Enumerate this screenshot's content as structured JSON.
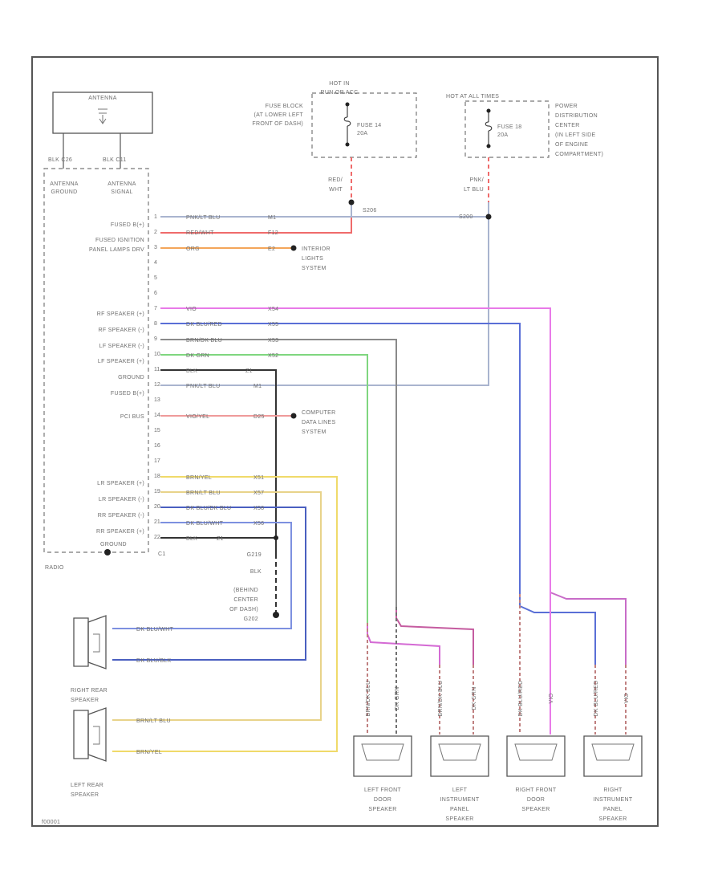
{
  "antenna": {
    "title": "ANTENNA",
    "left_wire": "BLK  C26",
    "right_wire": "BLK  C11",
    "ground_label": [
      "ANTENNA",
      "GROUND"
    ],
    "signal_label": [
      "ANTENNA",
      "SIGNAL"
    ]
  },
  "fuse_block": {
    "hot_label": [
      "HOT IN",
      "RUN OR ACC"
    ],
    "location": [
      "FUSE BLOCK",
      "(AT LOWER LEFT",
      "FRONT OF DASH)"
    ],
    "fuse": [
      "FUSE 14",
      "20A"
    ],
    "wire": [
      "RED/",
      "WHT"
    ]
  },
  "pdc": {
    "hot_label": "HOT AT ALL TIMES",
    "location": [
      "POWER",
      "DISTRIBUTION",
      "CENTER",
      "(IN LEFT SIDE",
      "OF ENGINE",
      "COMPARTMENT)"
    ],
    "fuse": [
      "FUSE 18",
      "20A"
    ],
    "wire": [
      "PNK/",
      "LT BLU"
    ]
  },
  "splices": {
    "s1": "S206",
    "s2": "S200",
    "ground_splice": "G219"
  },
  "radio": {
    "label": "RADIO",
    "connector": "C1",
    "ground_label": "GROUND",
    "pin_labels": [
      "FUSED B(+)",
      "FUSED IGNITION",
      "PANEL LAMPS DRV",
      "RF SPEAKER (+)",
      "RF SPEAKER (-)",
      "LF SPEAKER (-)",
      "LF SPEAKER (+)",
      "GROUND",
      "FUSED B(+)",
      "PCI BUS",
      "LR SPEAKER (+)",
      "LR SPEAKER (-)",
      "RR SPEAKER (-)",
      "RR SPEAKER (+)"
    ],
    "pins": [
      "1",
      "2",
      "3",
      "4",
      "5",
      "6",
      "7",
      "8",
      "9",
      "10",
      "11",
      "12",
      "13",
      "14",
      "15",
      "16",
      "17",
      "18",
      "19",
      "20",
      "21",
      "22"
    ]
  },
  "wires": [
    {
      "color": "PNK/LT BLU",
      "circuit": "M1"
    },
    {
      "color": "RED/WHT",
      "circuit": "F12"
    },
    {
      "color": "ORG",
      "circuit": "E2"
    },
    {
      "color": "VIO",
      "circuit": "X54"
    },
    {
      "color": "DK BLU/RED",
      "circuit": "X55"
    },
    {
      "color": "BRN/DK BLU",
      "circuit": "X53"
    },
    {
      "color": "DK GRN",
      "circuit": "X52"
    },
    {
      "color": "BLK",
      "circuit": "Z1"
    },
    {
      "color": "PNK/LT BLU",
      "circuit": "M1"
    },
    {
      "color": "VIO/YEL",
      "circuit": "D25"
    },
    {
      "color": "BRN/YEL",
      "circuit": "X51"
    },
    {
      "color": "BRN/LT BLU",
      "circuit": "X57"
    },
    {
      "color": "DK BLU/DK BLU",
      "circuit": "X58"
    },
    {
      "color": "DK BLU/WHT",
      "circuit": "X56"
    },
    {
      "color": "BLK",
      "circuit": "Z1"
    }
  ],
  "refs": {
    "interior": [
      "INTERIOR",
      "LIGHTS",
      "SYSTEM"
    ],
    "data": [
      "COMPUTER",
      "DATA LINES",
      "SYSTEM"
    ]
  },
  "ground_point": {
    "wire": "BLK",
    "location": [
      "(BEHIND",
      "CENTER",
      "OF DASH)",
      "G202"
    ]
  },
  "rear_wires": {
    "rr_plus": "DK BLU/WHT",
    "rr_minus": "DK BLU/BLK",
    "lr_minus": "BRN/LT BLU",
    "lr_plus": "BRN/YEL"
  },
  "speakers": {
    "right_rear": [
      "RIGHT REAR",
      "SPEAKER"
    ],
    "left_rear": [
      "LEFT REAR",
      "SPEAKER"
    ],
    "left_front_door": [
      "LEFT FRONT",
      "DOOR",
      "SPEAKER"
    ],
    "left_ip": [
      "LEFT",
      "INSTRUMENT",
      "PANEL",
      "SPEAKER"
    ],
    "right_front_door": [
      "RIGHT FRONT",
      "DOOR",
      "SPEAKER"
    ],
    "right_ip": [
      "RIGHT",
      "INSTRUMENT",
      "PANEL",
      "SPEAKER"
    ]
  },
  "vertical_wire_labels": [
    "BRN/DK BLU",
    "DK GRN",
    "BRN/DK BLU",
    "DK GRN",
    "DK BLU/RED",
    "VIO",
    "DK BLU/RED",
    "VIO"
  ],
  "footer_code": "f00001",
  "colors": {
    "pink": "#f48fc3",
    "magenta": "#e87ae8",
    "red": "#ef6b6b",
    "orange": "#f3a55a",
    "violet": "#d070e0",
    "blue": "#5a6fd6",
    "gray": "#8a8a8a",
    "green": "#7fd67f",
    "black": "#333333",
    "yellow": "#f0da6a",
    "steel": "#9fb0d6"
  }
}
